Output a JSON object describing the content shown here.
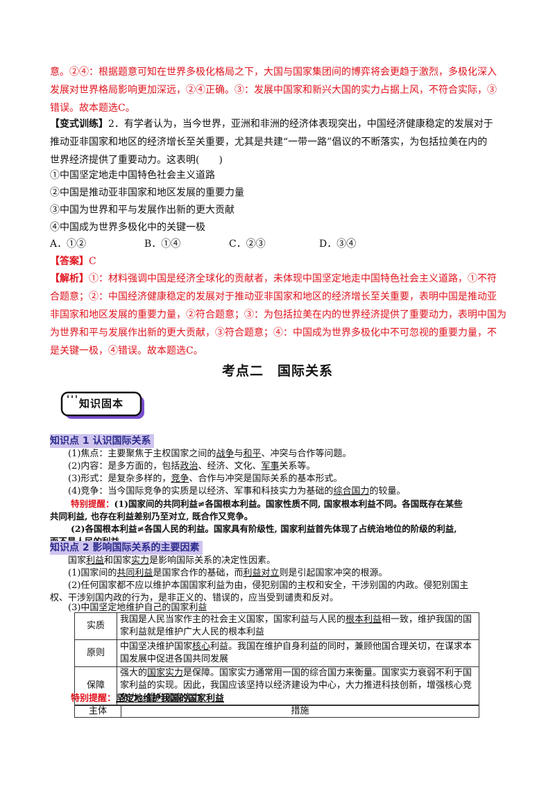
{
  "top_analysis": {
    "l1": "意。②④：根据题意可知在世界多极化格局之下，大国与国家集团间的博弈将会更趋于激烈，多极化深入",
    "l2": "发展对世界格局影响更加深远，②④正确。③：发展中国家和新兴大国的实力占据上风，不符合实际，③",
    "l3": "错误。故本题选C。"
  },
  "question": {
    "tag": "【变式训练】",
    "l1": "2．有学者认为，当今世界，亚洲和非洲的经济体表现突出，中国经济健康稳定的发展对于",
    "l2": "推动亚非国家和地区的经济增长至关重要，尤其是共建“一带一路”倡议的不断落实，为包括拉美在内的",
    "l3": "世界经济提供了重要动力。这表明(　　)",
    "statements": [
      "①中国坚定地走中国特色社会主义道路",
      "②中国是推动亚非国家和地区发展的重要力量",
      "③中国为世界和平与发展作出新的更大贡献",
      "④中国成为世界多极化中的关键一极"
    ],
    "options": [
      "A．①②",
      "B．①④",
      "C．②③",
      "D．③④"
    ]
  },
  "answer": {
    "tag": "【答案】",
    "value": "C"
  },
  "analysis": {
    "tag": "【解析】",
    "l1": "①：材料强调中国是经济全球化的贡献者，未体现中国坚定地走中国特色社会主义道路，①不符",
    "l2": "合题意；②：中国经济健康稳定的发展对于推动亚非国家和地区的经济增长至关重要，表明中国是推动亚",
    "l3": "非国家和地区发展的重要力量，②符合题意；③：为包括拉美在内的世界经济提供了重要动力，表明中国为",
    "l4": "为世界和平与发展作出新的更大贡献，③符合题意；④：中国成为世界多极化中不可忽视的重要力量，不",
    "l5": "是关键一极，④错误。故本题选C。"
  },
  "section_title": "考点二　国际关系",
  "badge_label": "知识固本",
  "kp1": {
    "heading": "知识点 1  认识国际关系",
    "focus_label": "(1)焦点：",
    "focus_a": "主要聚焦于主权国家之间的",
    "focus_u1": "战争",
    "focus_b": "与",
    "focus_u2": "和平",
    "focus_c": "、冲突与合作等问题。",
    "content_label": "(2)内容：",
    "content_a": "是多方面的，包括",
    "content_u1": "政治",
    "content_b": "、经济、文化、",
    "content_u2": "军事",
    "content_c": "关系等。",
    "form_label": "(3)形式：",
    "form_a": "是复杂多样的，",
    "form_u": "竞争",
    "form_b": "、合作与冲突是国际关系的基本形式。",
    "comp_label": "(4)竞争：",
    "comp_a": "当今国际竞争的实质是以经济、军事和科技实力为基础的",
    "comp_u": "综合国力",
    "comp_b": "的较量。",
    "alert_label": "特别提醒：",
    "alert1_l1": "(1)国家间的共同利益≠各国根本利益。国家性质不同, 国家根本利益不同。各国既存在某些",
    "alert1_l2": "共同利益, 也存在利益差别乃至对立, 既合作又竞争。",
    "alert2_l1": "(2)各国根本利益≠各国人民的利益。国家具有阶级性, 国家利益首先体现了占统治地位的阶级的利益,",
    "alert2_l2": "而不是人民的利益。"
  },
  "kp2": {
    "heading": "知识点 2  影响国际关系的主要因素",
    "p1_a": "国家",
    "p1_u1": "利益",
    "p1_b": "和国家",
    "p1_u2": "实力",
    "p1_c": "是影响国际关系的决定性因素。",
    "p2_a": "(1)国家间的",
    "p2_u1": "共同利益",
    "p2_b": "是国家合作的基础，而",
    "p2_u2": "利益对立",
    "p2_c": "则是引起国家冲突的根源。",
    "p3_l1": "(2)任何国家都不应以维护本国国家利益为由，侵犯别国的主权和安全，干涉别国的内政。侵犯别国主",
    "p3_l2": "权、干涉别国内政的行为，是非正义的、错误的，应当受到谴责和反对。",
    "p4": "(3)中国坚定地维护自己的国家利益",
    "table": [
      {
        "head": "实质",
        "a": "我国是人民当家作主的社会主义国家，国家利益与人民的",
        "u": "根本利益",
        "b": "相一致，维护我国的国家利益就是维护广大人民的根本利益"
      },
      {
        "head": "原则",
        "a": "中国坚决维护国家",
        "u": "核心",
        "b": "利益。我国在维护自身利益的同时，兼顾他国合理关切，在谋求本国发展中促进各国共同发展"
      },
      {
        "head": "保障",
        "a": "强大的",
        "u": "国家实力",
        "b": "是保障。国家实力通常用一国的综合国力来衡量。国家实力衰弱不利于国家利益的实现。因此，我国应该坚持以经济建设为中心，大力推进科技创新，增强核心竞争力，提升国家实力"
      }
    ],
    "alert_label": "特别提醒：",
    "alert_text": "坚定地维护我国的国家利益",
    "subj_head": "主体",
    "measure_head": "措施"
  }
}
